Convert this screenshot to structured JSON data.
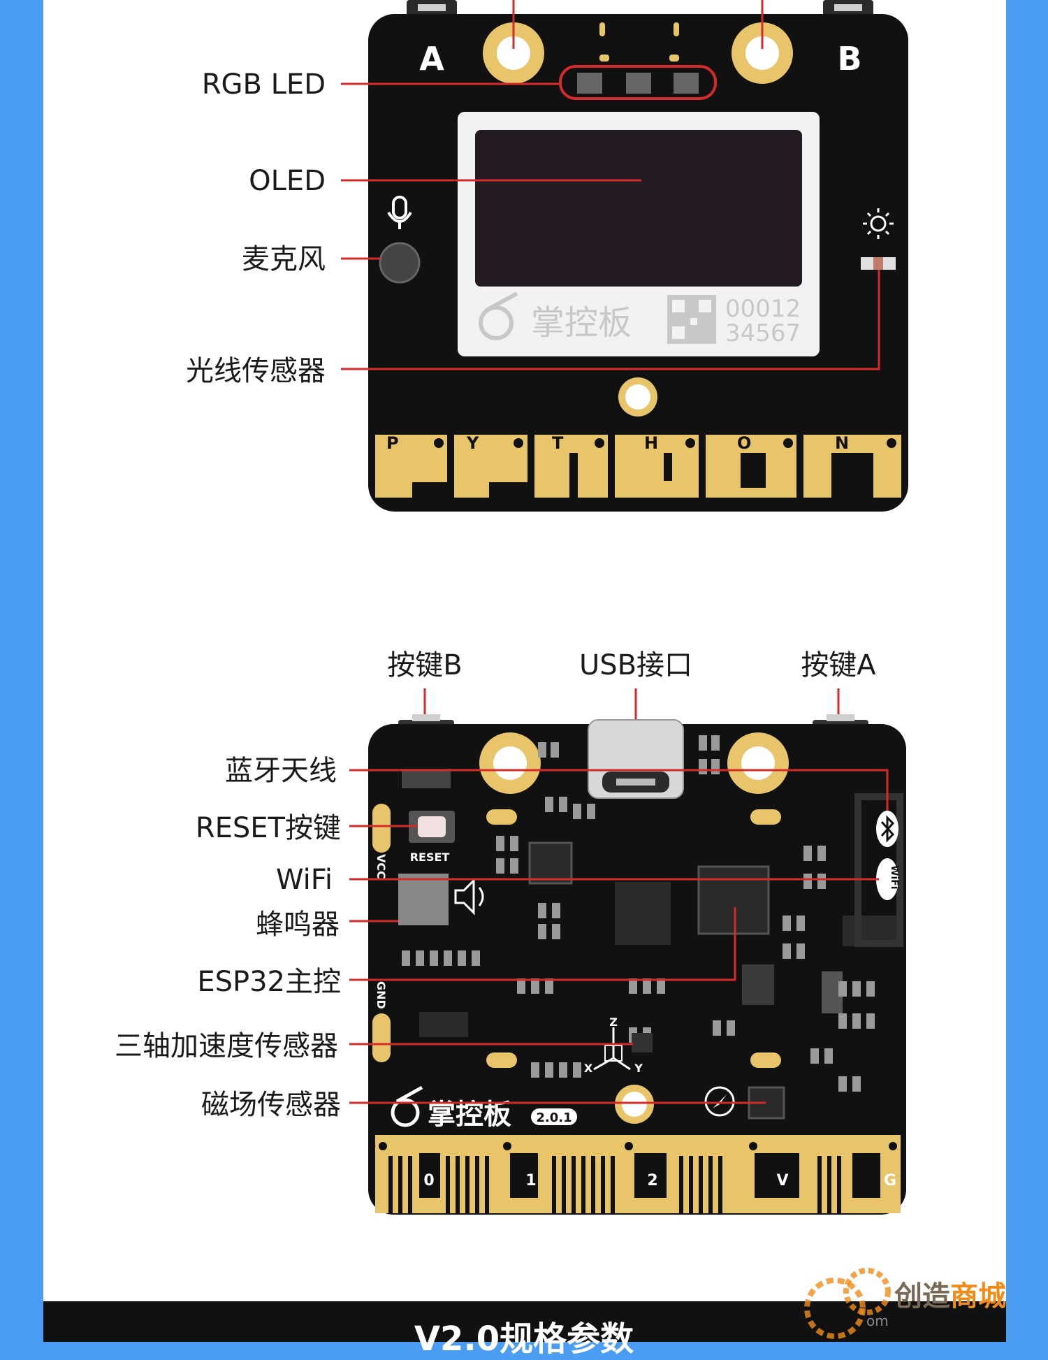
{
  "board_front": {
    "labels": {
      "rgb_led": "RGB LED",
      "oled": "OLED",
      "mic": "麦克风",
      "light_sensor": "光线传感器"
    },
    "button_a": "A",
    "button_b": "B",
    "oled_logo_text": "掌控板",
    "oled_serial_1": "00012",
    "oled_serial_2": "34567",
    "pad_letters": [
      "P",
      "Y",
      "T",
      "H",
      "O",
      "N"
    ]
  },
  "board_back": {
    "labels": {
      "button_b": "按键B",
      "usb": "USB接口",
      "button_a": "按键A",
      "bluetooth": "蓝牙天线",
      "reset": "RESET按键",
      "wifi": "WiFi",
      "buzzer": "蜂鸣器",
      "esp32": "ESP32主控",
      "accel": "三轴加速度传感器",
      "magnet": "磁场传感器"
    },
    "silk_reset": "RESET",
    "silk_vcc": "VCC",
    "silk_gnd": "GND",
    "silk_wifi": "WiFi",
    "axis_x": "X",
    "axis_y": "Y",
    "axis_z": "Z",
    "logo_text": "掌控板",
    "version_badge": "2.0.1",
    "pad_labels": [
      "0",
      "1",
      "2",
      "V",
      "G"
    ]
  },
  "footer": {
    "title": "V2.0规格参数"
  },
  "watermark": {
    "text_main": "创造",
    "text_accent": "商城",
    "sub": "om"
  },
  "colors": {
    "background": "#4a9df2",
    "pcb": "#111111",
    "gold": "#e8c46a",
    "leader": "#d42a2a"
  }
}
